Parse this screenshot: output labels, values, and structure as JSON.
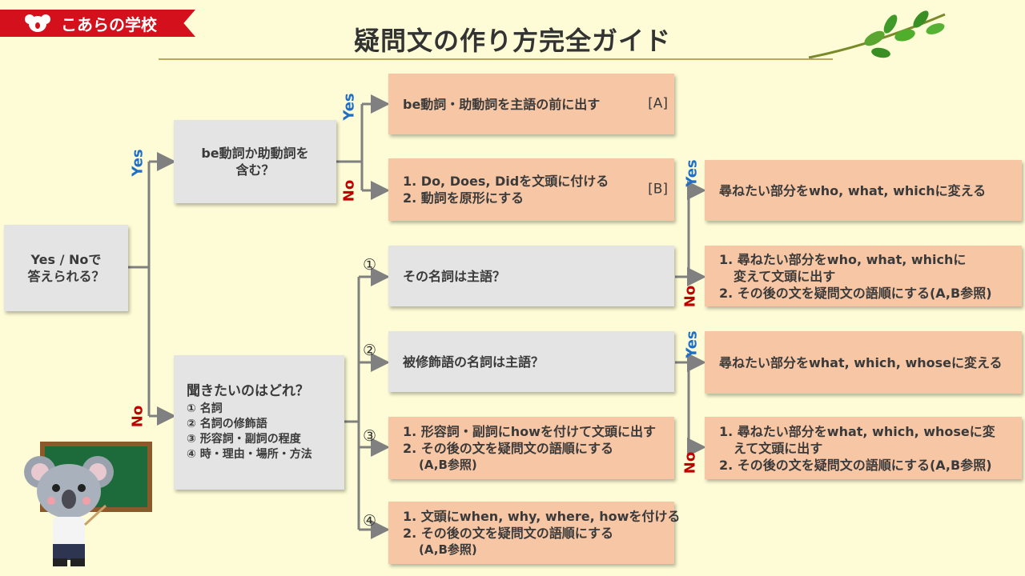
{
  "brand": "こあらの学校",
  "title": "疑問文の作り方完全ガイド",
  "start": {
    "line1": "Yes / Noで",
    "line2": "答えられる？"
  },
  "q_be": {
    "line1": "be動詞か助動詞を",
    "line2": "含む？"
  },
  "q_which": {
    "line1": "聞きたいのはどれ？",
    "items": [
      "① 名詞",
      "② 名詞の修飾語",
      "③ 形容詞・副詞の程度",
      "④ 時・理由・場所・方法"
    ]
  },
  "box_a": {
    "text": "be動詞・助動詞を主語の前に出す",
    "tag": "[A]"
  },
  "box_b": {
    "line1": "1. Do, Does, Didを文頭に付ける",
    "line2": "2. 動詞を原形にする",
    "tag": "[B]"
  },
  "q1": "その名詞は主語？",
  "q2": "被修飾語の名詞は主語？",
  "box3": {
    "line1": "1. 形容詞・副詞にhowを付けて文頭に出す",
    "line2": "2. その後の文を疑問文の語順にする",
    "line3": "(A,B参照)"
  },
  "box4": {
    "line1": "1. 文頭にwhen, why, where, howを付ける",
    "line2": "2. その後の文を疑問文の語順にする",
    "line3": "(A,B参照)"
  },
  "r1_yes": "尋ねたい部分をwho, what, whichに変える",
  "r1_no": {
    "line1": "1. 尋ねたい部分をwho, what, whichに",
    "line2": "変えて文頭に出す",
    "line3": "2. その後の文を疑問文の語順にする(A,B参照)"
  },
  "r2_yes": "尋ねたい部分をwhat, which, whoseに変える",
  "r2_no": {
    "line1": "1. 尋ねたい部分をwhat, which, whoseに変",
    "line2": "えて文頭に出す",
    "line3": "2. その後の文を疑問文の語順にする(A,B参照)"
  },
  "labels": {
    "yes": "Yes",
    "no": "No",
    "n1": "①",
    "n2": "②",
    "n3": "③",
    "n4": "④"
  },
  "colors": {
    "yes": "#1f6fc7",
    "no": "#c00000",
    "peach": "#f7c6a4",
    "gray": "#e4e4e4",
    "brand": "#d3101c"
  }
}
